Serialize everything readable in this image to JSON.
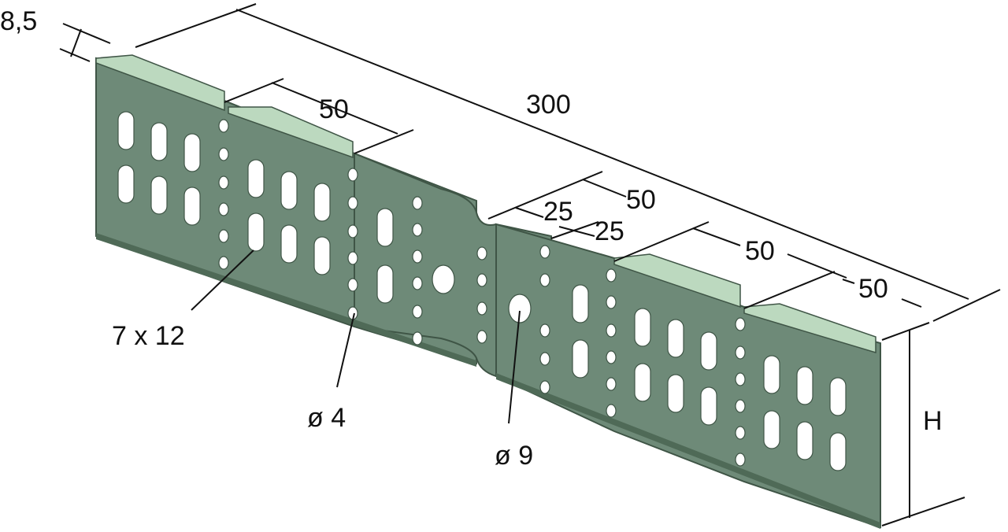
{
  "colors": {
    "plate": "#6e8a78",
    "plate_edge": "#3f5546",
    "flange": "#bcd9bf",
    "hole": "#ffffff",
    "line": "#111111"
  },
  "labels": {
    "flange_thickness": "8,5",
    "total_length": "300",
    "section_a": "50",
    "section_b": "50",
    "section_c": "50",
    "section_d": "50",
    "half_left": "25",
    "half_right": "25",
    "slot_size": "7 x 12",
    "small_hole": "ø 4",
    "large_hole": "ø 9",
    "height": "H"
  }
}
